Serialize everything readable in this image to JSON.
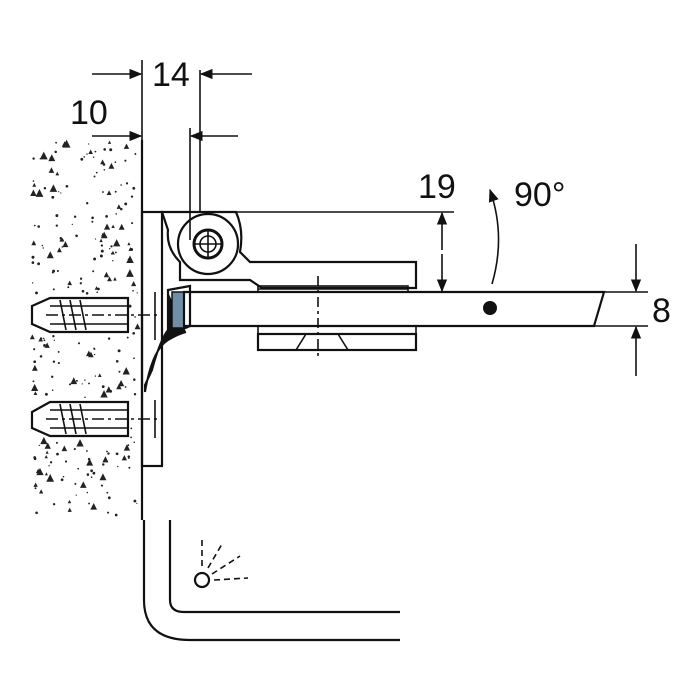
{
  "dimensions": {
    "dim_14": "14",
    "dim_10": "10",
    "dim_19": "19",
    "angle": "90°",
    "dim_8": "8"
  },
  "colors": {
    "glass": "#a9c4dd",
    "line": "#111111",
    "background": "#ffffff"
  },
  "icons": {
    "light_source": "light-bulb-icon"
  }
}
